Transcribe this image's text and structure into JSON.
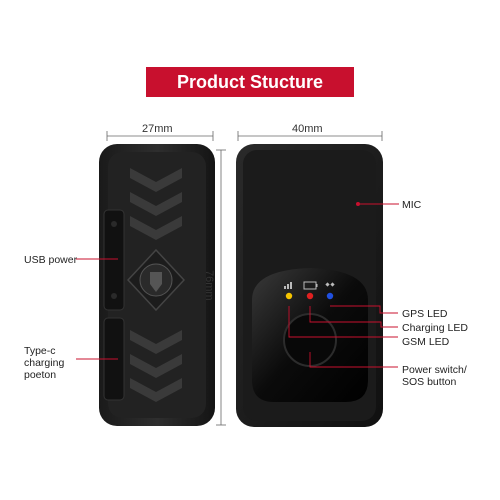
{
  "banner": {
    "title": "Product Stucture",
    "color": "#c8102e"
  },
  "dimensions": {
    "width_side": "27mm",
    "width_front": "40mm",
    "height": "76mm"
  },
  "callouts": {
    "usb_power": "USB power",
    "type_c_line1": "Type-c",
    "type_c_line2": "charging",
    "type_c_line3": "poeton",
    "mic": "MIC",
    "gps_led": "GPS LED",
    "charging_led": "Charging  LED",
    "gsm_led": "GSM  LED",
    "power_switch_line1": "Power switch/",
    "power_switch_line2": "SOS button"
  },
  "leds": {
    "gps": "#f5c400",
    "charging": "#e02020",
    "gsm": "#2050e0"
  },
  "accent": "#c8102e"
}
